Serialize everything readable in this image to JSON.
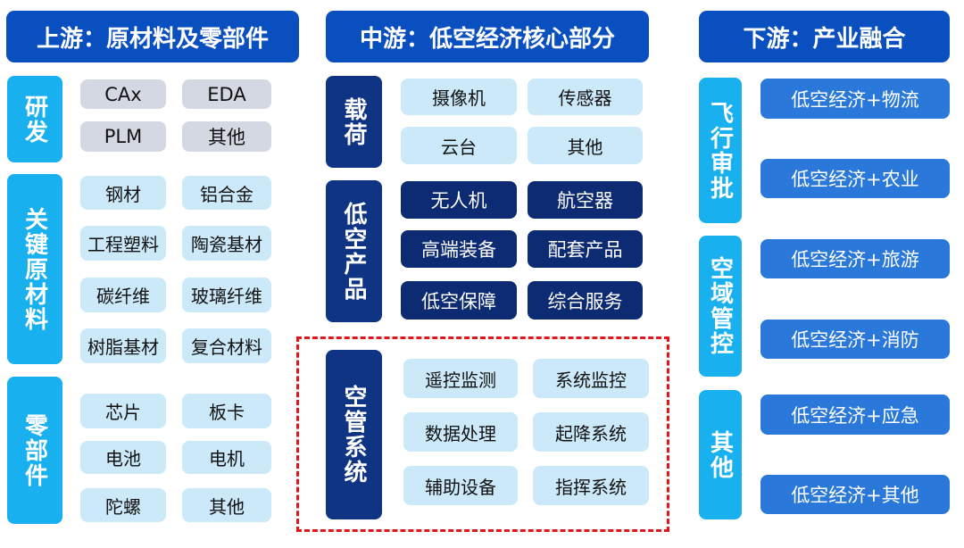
{
  "headers": {
    "upstream": "上游：原材料及零部件",
    "midstream": "中游：低空经济核心部分",
    "downstream": "下游：产业融合"
  },
  "upstream": {
    "rnd": {
      "label": "研发",
      "items": [
        "CAx",
        "EDA",
        "PLM",
        "其他"
      ]
    },
    "materials": {
      "label": "关键原材料",
      "items": [
        "钢材",
        "铝合金",
        "工程塑料",
        "陶瓷基材",
        "碳纤维",
        "玻璃纤维",
        "树脂基材",
        "复合材料"
      ]
    },
    "parts": {
      "label": "零部件",
      "items": [
        "芯片",
        "板卡",
        "电池",
        "电机",
        "陀螺",
        "其他"
      ]
    }
  },
  "midstream": {
    "payload": {
      "label": "载荷",
      "items": [
        "摄像机",
        "传感器",
        "云台",
        "其他"
      ]
    },
    "products": {
      "label": "低空产品",
      "items": [
        "无人机",
        "航空器",
        "高端装备",
        "配套产品",
        "低空保障",
        "综合服务"
      ]
    },
    "atc": {
      "label": "空管系统",
      "items": [
        "遥控监测",
        "系统监控",
        "数据处理",
        "起降系统",
        "辅助设备",
        "指挥系统"
      ]
    }
  },
  "downstream": {
    "labels": [
      "飞行审批",
      "空域管控",
      "其他"
    ],
    "items": [
      "低空经济+物流",
      "低空经济+农业",
      "低空经济+旅游",
      "低空经济+消防",
      "低空经济+应急",
      "低空经济+其他"
    ]
  }
}
